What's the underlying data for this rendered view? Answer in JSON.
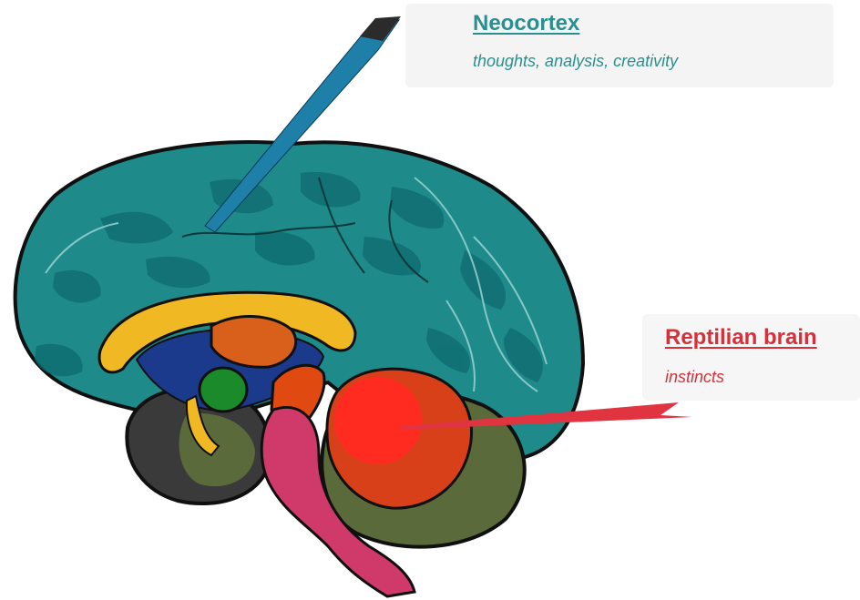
{
  "labels": {
    "neocortex": {
      "title": "Neocortex",
      "description": "thoughts, analysis, creativity",
      "color": "#2a8f8f"
    },
    "reptilian": {
      "title": "Reptilian brain",
      "description": "instincts",
      "color": "#d6303a"
    }
  },
  "colors": {
    "cortex": "#1e8a8a",
    "cortex_dark": "#0e6a6e",
    "corpus_callosum": "#f0b822",
    "ventricle": "#1b3a8c",
    "thalamus": "#d8601a",
    "amygdala": "#1a8a2a",
    "brainstem": "#d03a6a",
    "cerebellum": "#5a6a3a",
    "reptilian_core": "#ff2a20",
    "outline": "#101010"
  }
}
